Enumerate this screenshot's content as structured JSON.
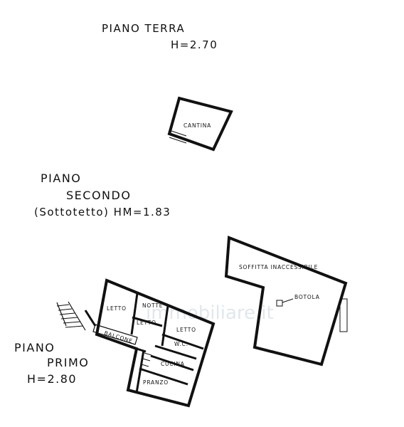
{
  "ground_floor": {
    "title": "PIANO TERRA",
    "height": "H=2.70",
    "rooms": {
      "cellar": "CANTINA"
    }
  },
  "second_floor": {
    "title_line1": "PIANO",
    "title_line2": "SECONDO",
    "subtitle": "(Sottotetto) HM=1.83",
    "rooms": {
      "attic": "SOFFITTA INACCESSIBILE",
      "hatch": "BOTOLA"
    }
  },
  "first_floor": {
    "title_line1": "PIANO",
    "title_line2": "PRIMO",
    "height": "H=2.80",
    "rooms": {
      "bed1": "LETTO",
      "night": "NOTTE",
      "bed2": "LETTO",
      "bed3": "LETTO",
      "balcony": "BALCONE",
      "wc": "W.C.",
      "kitchen": "CUCINA",
      "dining": "PRANZO"
    }
  },
  "watermark": "immobiliare.it"
}
